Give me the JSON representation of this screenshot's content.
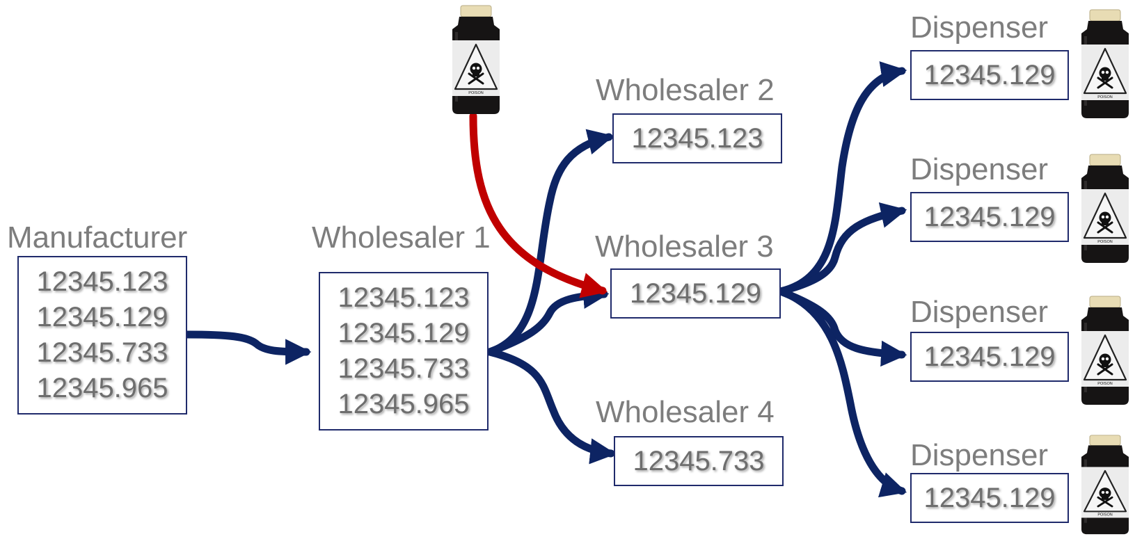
{
  "colors": {
    "flow": "#0d2463",
    "counterfeit": "#c00000",
    "box_border": "#1f2a6b",
    "text": "#7d7d7d"
  },
  "manufacturer": {
    "label": "Manufacturer",
    "serials": [
      "12345.123",
      "12345.129",
      "12345.733",
      "12345.965"
    ]
  },
  "wholesaler1": {
    "label": "Wholesaler 1",
    "serials": [
      "12345.123",
      "12345.129",
      "12345.733",
      "12345.965"
    ]
  },
  "wholesaler2": {
    "label": "Wholesaler 2",
    "serial": "12345.123"
  },
  "wholesaler3": {
    "label": "Wholesaler 3",
    "serial": "12345.129"
  },
  "wholesaler4": {
    "label": "Wholesaler 4",
    "serial": "12345.733"
  },
  "dispensers": [
    {
      "label": "Dispenser",
      "serial": "12345.129"
    },
    {
      "label": "Dispenser",
      "serial": "12345.129"
    },
    {
      "label": "Dispenser",
      "serial": "12345.129"
    },
    {
      "label": "Dispenser",
      "serial": "12345.129"
    }
  ],
  "bottle_label": "POISON",
  "icons": {
    "bottle": "poison-bottle-icon",
    "skull": "skull-crossbones-icon"
  }
}
